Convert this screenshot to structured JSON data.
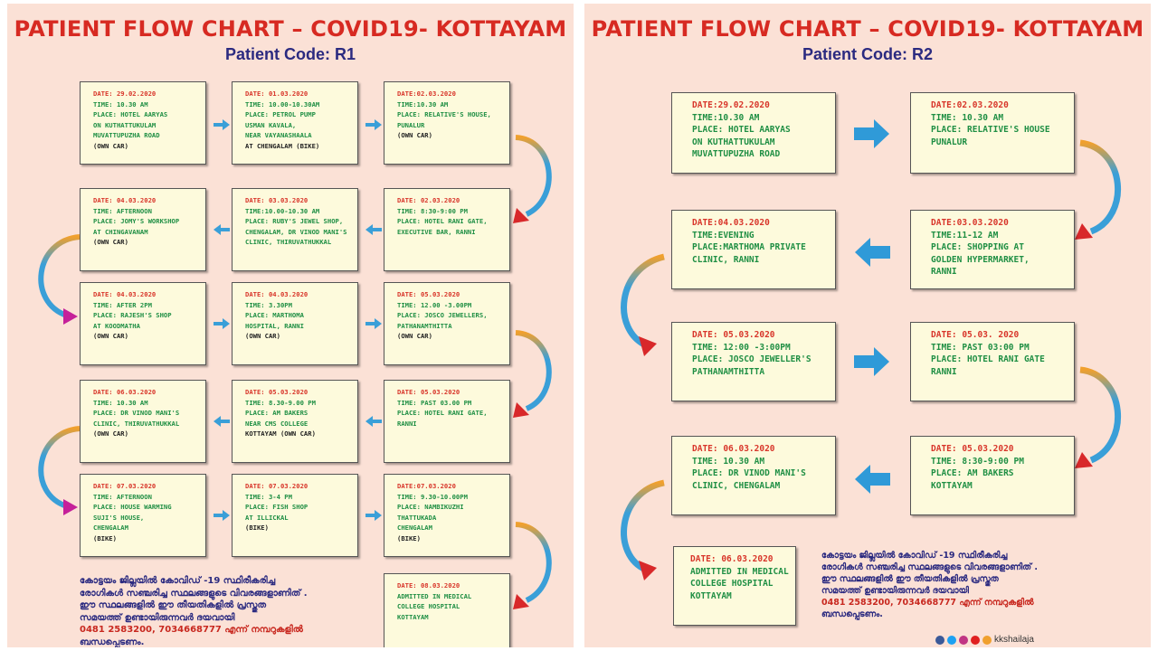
{
  "colors": {
    "background": "#fbe1d6",
    "title": "#d72a22",
    "code": "#2b2a80",
    "box_fill": "#fdfadc",
    "date_text": "#d8352a",
    "detail_text": "#1f8f44",
    "arrow_blue": "#3a9fd8",
    "curve_orange": "#f0a02e",
    "curve_red": "#d8282a",
    "curve_magenta": "#c5209a"
  },
  "panels": [
    {
      "title": "PATIENT FLOW CHART – COVID19- KOTTAYAM",
      "code": "Patient Code: R1",
      "boxes": [
        {
          "date": "DATE: 29.02.2020",
          "lines": [
            "TIME: 10.30 AM",
            "PLACE: HOTEL AARYAS",
            "ON KUTHATTUKULAM",
            "MUVATTUPUZHA ROAD"
          ],
          "transport": "(OWN CAR)"
        },
        {
          "date": "DATE: 01.03.2020",
          "lines": [
            "TIME: 10.00-10.30AM",
            "PLACE: PETROL PUMP",
            "USMAN KAVALA,",
            "NEAR VAYANASHAALA"
          ],
          "transport": "AT CHENGALAM (BIKE)"
        },
        {
          "date": "DATE:02.03.2020",
          "lines": [
            "TIME:10.30 AM",
            "PLACE: RELATIVE'S HOUSE,",
            "PUNALUR"
          ],
          "transport": "(OWN CAR)"
        },
        {
          "date": "DATE: 04.03.2020",
          "lines": [
            "TIME: AFTERNOON",
            "PLACE: JOMY'S WORKSHOP",
            "AT CHINGAVANAM"
          ],
          "transport": "(OWN CAR)"
        },
        {
          "date": "DATE: 03.03.2020",
          "lines": [
            "TIME:10.00-10.30 AM",
            "PLACE: RUBY'S JEWEL SHOP,",
            "CHENGALAM, Dr VINOD MANI'S",
            "CLINIC, THIRUVATHUKKAL"
          ],
          "transport": ""
        },
        {
          "date": "DATE: 02.03.2020",
          "lines": [
            "TIME: 8:30-9:00 PM",
            "PLACE: HOTEL RANI GATE,",
            "EXECUTIVE BAR, RANNI"
          ],
          "transport": ""
        },
        {
          "date": "DATE: 04.03.2020",
          "lines": [
            "TIME: AFTER 2PM",
            "PLACE: RAJESH'S SHOP",
            "AT KOODMATHA"
          ],
          "transport": "(OWN CAR)"
        },
        {
          "date": "DATE: 04.03.2020",
          "lines": [
            "TIME: 3.30PM",
            "PLACE: MARTHOMA",
            "HOSPITAL, RANNI"
          ],
          "transport": "(OWN CAR)"
        },
        {
          "date": "DATE: 05.03.2020",
          "lines": [
            "TIME: 12.00 -3.00PM",
            "PLACE: JOSCO JEWELLERS,",
            "PATHANAMTHITTA"
          ],
          "transport": "(OWN CAR)"
        },
        {
          "date": "DATE: 06.03.2020",
          "lines": [
            "TIME: 10.30 AM",
            "PLACE: Dr VINOD MANI'S",
            "CLINIC, THIRUVATHUKKAL"
          ],
          "transport": "(OWN CAR)"
        },
        {
          "date": "DATE: 05.03.2020",
          "lines": [
            "TIME: 8.30-9.00 PM",
            "PLACE: AM BAKERS",
            "NEAR CMS COLLEGE"
          ],
          "transport": "KOTTAYAM (OWN CAR)"
        },
        {
          "date": "DATE: 05.03.2020",
          "lines": [
            "TIME: PAST 03.00 PM",
            "PLACE: HOTEL RANI GATE,",
            "RANNI"
          ],
          "transport": ""
        },
        {
          "date": "DATE: 07.03.2020",
          "lines": [
            "TIME: AFTERNOON",
            "PLACE: HOUSE WARMING",
            "SUJI'S HOUSE,",
            "CHENGALAM"
          ],
          "transport": "(BIKE)"
        },
        {
          "date": "DATE: 07.03.2020",
          "lines": [
            "TIME: 3-4 PM",
            "PLACE: FISH SHOP",
            "AT ILLICKAL"
          ],
          "transport": "(BIKE)"
        },
        {
          "date": "DATE:07.03.2020",
          "lines": [
            "TIME: 9.30-10.00PM",
            "PLACE: NAMBIKUZHI",
            "THATTUKADA",
            "CHENGALAM"
          ],
          "transport": "(BIKE)"
        },
        {
          "date": "DATE: 08.03.2020",
          "lines": [
            "ADMITTED IN MEDICAL",
            "COLLEGE HOSPITAL",
            "KOTTAYAM"
          ],
          "transport": ""
        }
      ],
      "note_lines": [
        "കോട്ടയം ജില്ലയിൽ കോവിഡ് -19 സ്ഥിരീകരിച്ച",
        "രോഗികൾ സഞ്ചരിച്ച സ്ഥലങ്ങളുടെ വിവരങ്ങളാണിത് .",
        "ഈ സ്ഥലങ്ങളിൽ ഈ തീയതികളിൽ പ്രസ്തുത",
        "സമയത്ത് ഉണ്ടായിരുന്നവർ ദയവായി"
      ],
      "phone_line": "0481 2583200, 7034668777 എന്ന് നമ്പറുകളിൽ",
      "last_line": "ബന്ധപ്പെടണം."
    },
    {
      "title": "PATIENT FLOW CHART – COVID19- KOTTAYAM",
      "code": "Patient Code: R2",
      "boxes": [
        {
          "date": "DATE:29.02.2020",
          "lines": [
            "TIME:10.30 AM",
            "PLACE: HOTEL AARYAS",
            "ON KUTHATTUKULAM",
            "MUVATTUPUZHA ROAD"
          ],
          "transport": ""
        },
        {
          "date": "DATE:02.03.2020",
          "lines": [
            "TIME: 10.30 AM",
            "PLACE: RELATIVE'S HOUSE",
            "PUNALUR"
          ],
          "transport": ""
        },
        {
          "date": "DATE:04.03.2020",
          "lines": [
            "TIME:EVENING",
            "PLACE:MARTHOMA PRIVATE",
            "CLINIC, RANNI"
          ],
          "transport": ""
        },
        {
          "date": "DATE:03.03.2020",
          "lines": [
            "TIME:11-12 AM",
            "PLACE: SHOPPING AT",
            "GOLDEN HYPERMARKET,",
            "RANNI"
          ],
          "transport": ""
        },
        {
          "date": "DATE: 05.03.2020",
          "lines": [
            "TIME: 12:00 -3:00PM",
            "PLACE: JOSCO JEWELLER'S",
            "PATHANAMTHITTA"
          ],
          "transport": ""
        },
        {
          "date": "DATE: 05.03. 2020",
          "lines": [
            "TIME: PAST 03:00 PM",
            "PLACE: HOTEL RANI GATE",
            "RANNI"
          ],
          "transport": ""
        },
        {
          "date": "DATE: 06.03.2020",
          "lines": [
            "TIME: 10.30 AM",
            "PLACE: Dr VINOD MANI'S",
            "CLINIC, CHENGALAM"
          ],
          "transport": ""
        },
        {
          "date": "DATE: 05.03.2020",
          "lines": [
            "TIME: 8:30-9:00 PM",
            "PLACE: AM BAKERS",
            "KOTTAYAM"
          ],
          "transport": ""
        },
        {
          "date": "DATE: 06.03.2020",
          "lines": [
            "ADMITTED IN MEDICAL",
            "COLLEGE HOSPITAL",
            "KOTTAYAM"
          ],
          "transport": ""
        }
      ],
      "note_lines": [
        "കോട്ടയം ജില്ലയിൽ കോവിഡ് -19 സ്ഥിരീകരിച്ച",
        "രോഗികൾ സഞ്ചരിച്ച സ്ഥലങ്ങളുടെ വിവരങ്ങളാണിത് .",
        "ഈ സ്ഥലങ്ങളിൽ ഈ തീയതികളിൽ പ്രസ്തുത",
        "സമയത്ത് ഉണ്ടായിരുന്നവർ ദയവായി"
      ],
      "phone_line": "0481 2583200, 7034668777 എന്ന് നമ്പറുകളിൽ",
      "last_line": "ബന്ധപ്പെടണം.",
      "social_handle": "kkshailaja",
      "social_icons": [
        "facebook-icon",
        "twitter-icon",
        "instagram-icon",
        "youtube-icon",
        "web-icon"
      ]
    }
  ]
}
